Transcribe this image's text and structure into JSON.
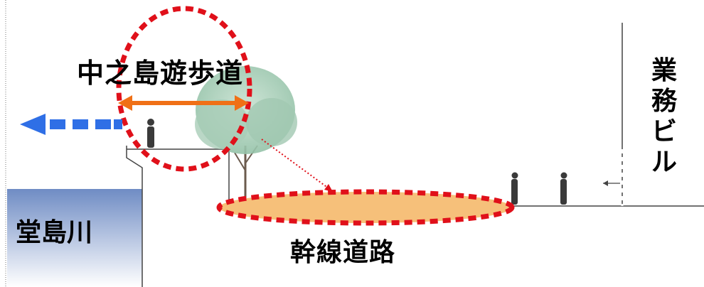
{
  "labels": {
    "promenade": "中之島遊歩道",
    "river": "堂島川",
    "road": "幹線道路",
    "building_chars": [
      "業",
      "務",
      "ビ",
      "ル"
    ]
  },
  "colors": {
    "river": "#6f8cc4",
    "road": "#f6c07a",
    "highlight_dash": "#e0101a",
    "width_arrow": "#f07016",
    "direction_arrow": "#2f6fe6",
    "tree": "#9cc4b0",
    "line": "#333333"
  }
}
